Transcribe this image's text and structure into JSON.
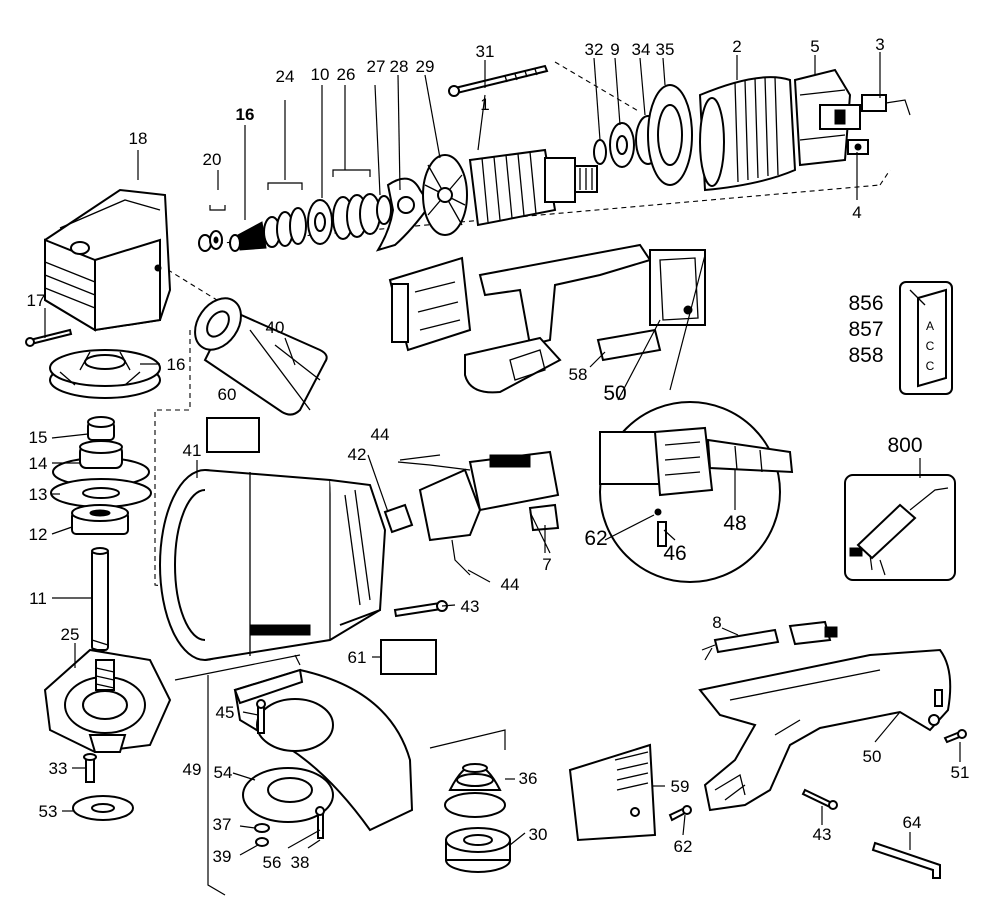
{
  "diagram": {
    "title": "Angle grinder exploded parts diagram",
    "callouts": {
      "c1": "1",
      "c2": "2",
      "c3": "3",
      "c4": "4",
      "c5": "5",
      "c7": "7",
      "c8": "8",
      "c9": "9",
      "c10": "10",
      "c11": "11",
      "c12": "12",
      "c13": "13",
      "c14": "14",
      "c15": "15",
      "c16a": "16",
      "c16b": "16",
      "c17": "17",
      "c18": "18",
      "c20": "20",
      "c24": "24",
      "c25": "25",
      "c26": "26",
      "c27": "27",
      "c28": "28",
      "c29": "29",
      "c30": "30",
      "c31": "31",
      "c32": "32",
      "c33": "33",
      "c34": "34",
      "c35": "35",
      "c36": "36",
      "c37": "37",
      "c38": "38",
      "c39": "39",
      "c40": "40",
      "c41": "41",
      "c42": "42",
      "c43a": "43",
      "c43b": "43",
      "c44a": "44",
      "c44b": "44",
      "c45": "45",
      "c46": "46",
      "c48": "48",
      "c49": "49",
      "c50a": "50",
      "c50b": "50",
      "c51": "51",
      "c53": "53",
      "c54": "54",
      "c56": "56",
      "c58": "58",
      "c59": "59",
      "c60": "60",
      "c61": "61",
      "c62a": "62",
      "c62b": "62",
      "c64": "64",
      "c800": "800",
      "c856": "856",
      "c857": "857",
      "c858": "858"
    },
    "label_text": [
      "A",
      "C",
      "C"
    ]
  }
}
